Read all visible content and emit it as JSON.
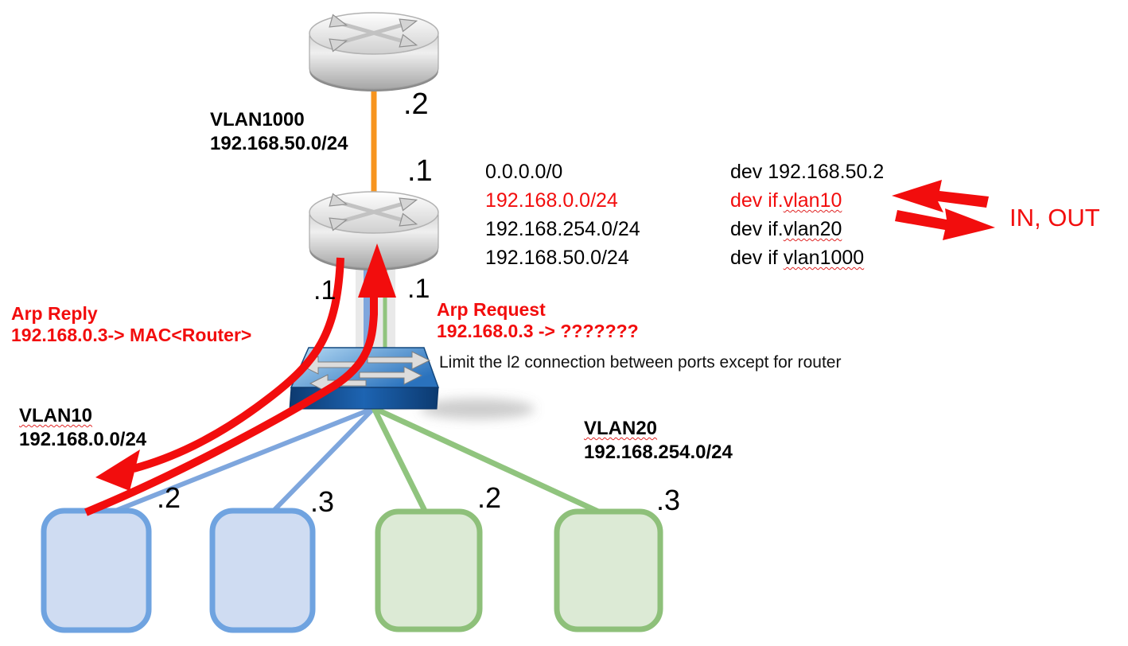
{
  "colors": {
    "annotation_red": "#f20d0d",
    "vlan1000_link_orange": "#f7941e",
    "vlan10_link_blue": "#7ea6dd",
    "vlan20_link_green": "#90c47e",
    "host_blue_fill": "#cfdcf2",
    "host_blue_border": "#6fa3e0",
    "host_green_fill": "#dcead5",
    "host_green_border": "#8ec07a",
    "switch_blue": "#2f7ac2"
  },
  "icons": {
    "router": "cisco-router-cylinder-with-crossed-arrows",
    "switch": "cisco-l2-switch-box-with-arrows",
    "hosts": "rounded-square-host"
  },
  "labels": {
    "vlan1000_title": "VLAN1000",
    "vlan1000_subnet": "192.168.50.0/24",
    "vlan10_title": "VLAN10",
    "vlan10_subnet": "192.168.0.0/24",
    "vlan20_title": "VLAN20",
    "vlan20_subnet": "192.168.254.0/24",
    "top_router_if": ".2",
    "core_router_uplink_if": ".1",
    "core_router_vlan10_if": ".1",
    "core_router_vlan20_if": ".1",
    "host1_ip": ".2",
    "host2_ip": ".3",
    "host3_ip": ".2",
    "host4_ip": ".3"
  },
  "routing_table": {
    "rows": [
      {
        "dest": "0.0.0.0/0",
        "dev_prefix": "dev 192.168.50.2",
        "dev_wavy": ""
      },
      {
        "dest": "192.168.0.0/24",
        "dev_prefix": "dev if.",
        "dev_wavy": "vlan10"
      },
      {
        "dest": "192.168.254.0/24",
        "dev_prefix": "dev if.",
        "dev_wavy": "vlan20"
      },
      {
        "dest": "192.168.50.0/24",
        "dev_prefix": "dev if ",
        "dev_wavy": "vlan1000"
      }
    ]
  },
  "annotations": {
    "arp_reply_title": "Arp Reply",
    "arp_reply_detail": "192.168.0.3-> MAC<Router>",
    "arp_request_title": "Arp Request",
    "arp_request_detail": "192.168.0.3 -> ???????",
    "switch_note": "Limit the l2 connection between ports except for router",
    "in_out": "IN, OUT"
  }
}
